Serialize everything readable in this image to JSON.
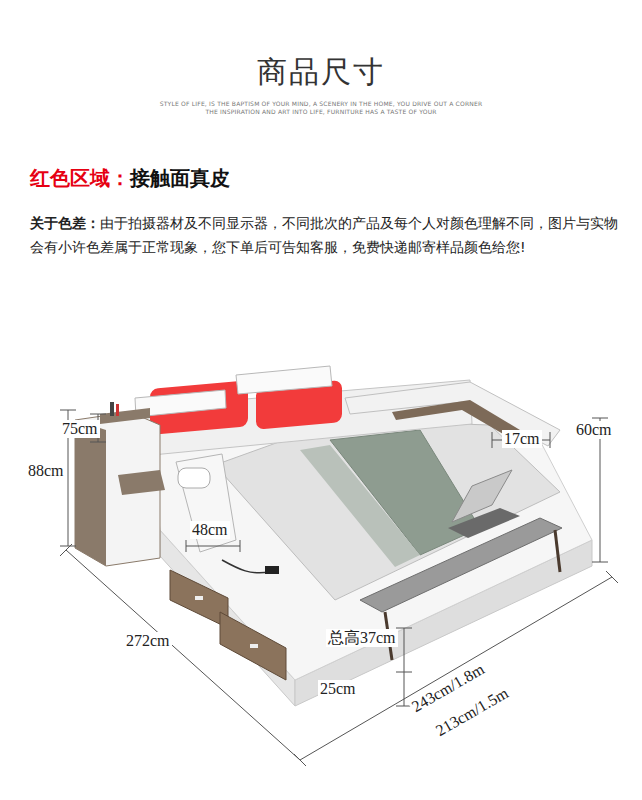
{
  "diagram": {
    "title": "商品尺寸",
    "labels": [
      "STYLE OF LIFE, IS THE BAPTISM OF YOUR MIND, A SCENERY IN THE HOME, YOU DRIVE OUT A CORNER",
      "THE INSPIRATION AND ART INTO LIFE, FURNITURE HAS A TASTE OF YOUR",
      "红色区域：",
      "接触面真皮",
      "关于色差：",
      "由于拍摄器材及不同显示器，不同批次的产品及每个人对颜色理解不同，图片与实物会有小许色差属于正常现象，您下单后可告知客服，免费快递邮寄样品颜色给您!",
      "75cm",
      "88cm",
      "60cm",
      "17cm",
      "48cm",
      "272cm",
      "总高37cm",
      "25cm",
      "243cm/1.8m",
      "213cm/1.5m"
    ]
  }
}
